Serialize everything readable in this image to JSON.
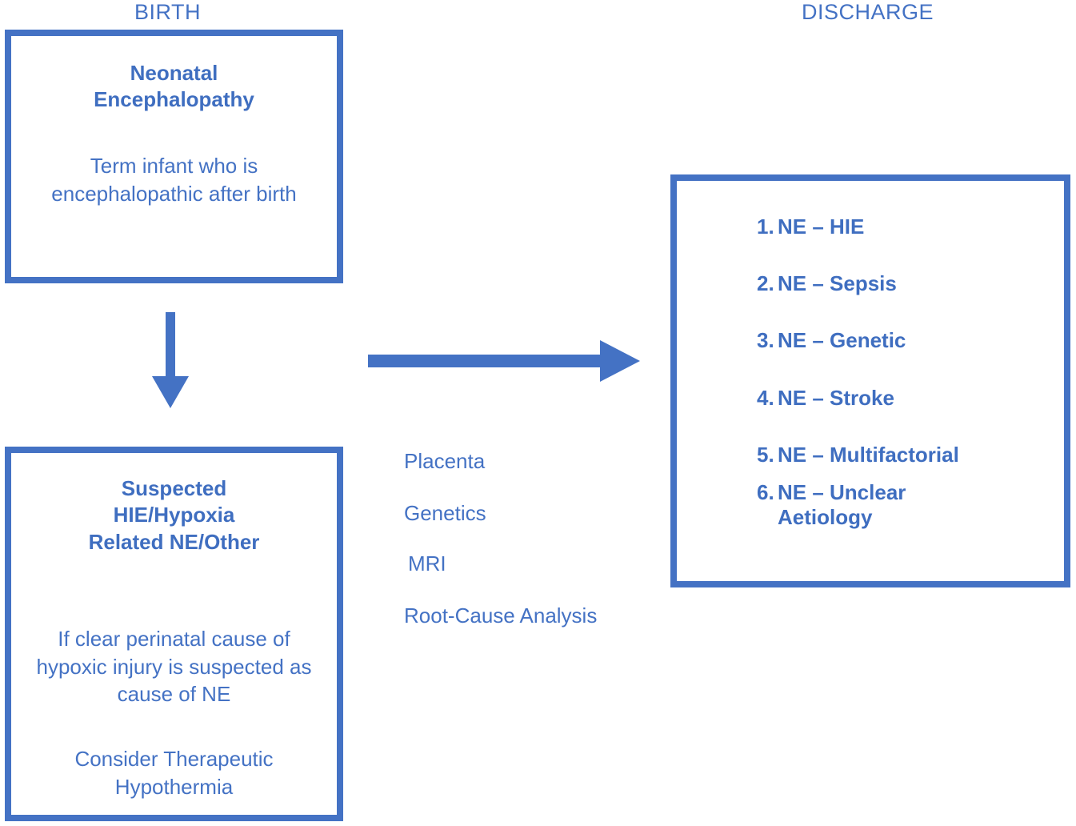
{
  "stages": {
    "birth": "BIRTH",
    "discharge": "DISCHARGE"
  },
  "colors": {
    "accent": "#4472C4",
    "text": "#3F6EC0",
    "border": "#4472C4",
    "background": "#FFFFFF"
  },
  "boxes": {
    "neonatal_encephalopathy": {
      "title": "Neonatal\nEncephalopathy",
      "body": "Term infant who is encephalopathic after birth"
    },
    "suspected_hie": {
      "title": "Suspected\nHIE/Hypoxia\nRelated NE/Other",
      "body_1": "If clear perinatal cause of hypoxic injury is suspected as cause of NE",
      "body_2": "Consider Therapeutic Hypothermia"
    },
    "outcomes": {
      "items": [
        {
          "number": "1.",
          "label": "NE – HIE"
        },
        {
          "number": "2.",
          "label": "NE – Sepsis"
        },
        {
          "number": "3.",
          "label": "NE – Genetic"
        },
        {
          "number": "4.",
          "label": "NE – Stroke"
        },
        {
          "number": "5.",
          "label": "NE – Multifactorial"
        },
        {
          "number": "6.",
          "label": "NE – Unclear\nAetiology"
        }
      ]
    }
  },
  "workup": {
    "items": [
      "Placenta",
      "Genetics",
      "MRI",
      "Root-Cause Analysis"
    ]
  },
  "arrows": {
    "down": "arrow-down-icon",
    "right": "arrow-right-icon"
  }
}
